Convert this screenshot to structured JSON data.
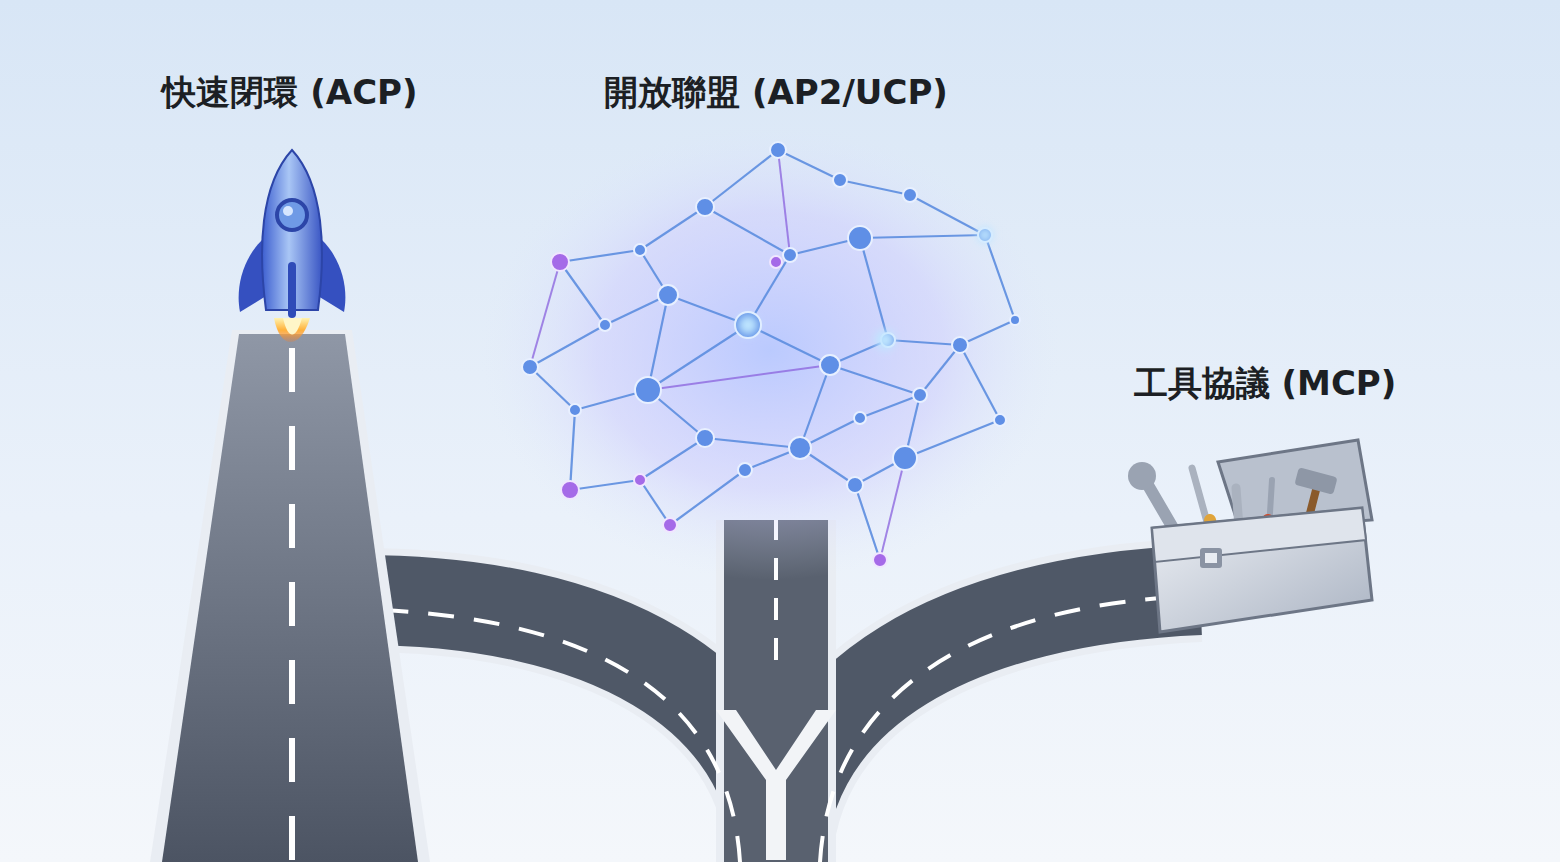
{
  "diagram": {
    "labels": [
      "快速閉環 (ACP)",
      "開放聯盟 (AP2/UCP)",
      "工具協議 (MCP)"
    ]
  }
}
